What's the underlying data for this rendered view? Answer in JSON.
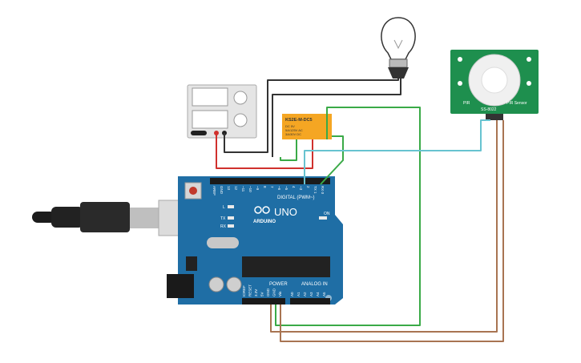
{
  "arduino": {
    "brand_label": "UNO",
    "maker_label": "ARDUINO",
    "digital_header_label": "DIGITAL (PWM~)",
    "power_header_label": "POWER",
    "analog_header_label": "ANALOG IN",
    "on_led_label": "ON",
    "l_led_label": "L",
    "tx_label": "TX",
    "rx_label": "RX",
    "top_pin_labels": [
      "AREF",
      "GND",
      "13",
      "12",
      "~11",
      "~10",
      "~9",
      "8",
      "7",
      "~6",
      "~5",
      "4",
      "~3",
      "2",
      "TX 1",
      "RX 0"
    ],
    "power_pin_labels": [
      "IOREF",
      "RESET",
      "3.3V",
      "5V",
      "GND",
      "GND",
      "Vin"
    ],
    "analog_pin_labels": [
      "A0",
      "A1",
      "A2",
      "A3",
      "A4",
      "A5"
    ]
  },
  "relay": {
    "model_label": "KS2E-M-DC5",
    "spec_lines": [
      "DC 5V",
      "5A/125V AC",
      "3A/30V DC"
    ]
  },
  "pir_sensor": {
    "side_label_left": "PIR",
    "side_label_right": "PIR Sensor",
    "bottom_label": "SS-8022"
  },
  "colors": {
    "board_blue": "#1f6ea5",
    "wire_black": "#333333",
    "wire_red": "#d0312d",
    "wire_green": "#3aaa47",
    "wire_cyan": "#67c3d0",
    "wire_brown": "#a87452",
    "relay_orange": "#f5a623",
    "pir_green": "#1e8f4e"
  },
  "icons": [
    "usb-cable-icon",
    "light-bulb-icon",
    "power-supply-icon"
  ]
}
